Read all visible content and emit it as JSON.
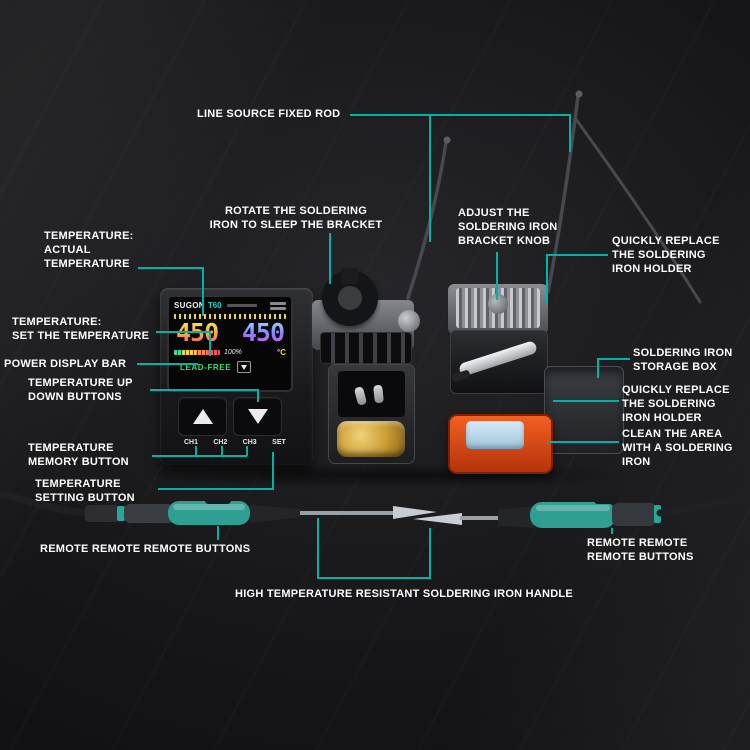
{
  "colors": {
    "accent_teal": "#00b3a8",
    "label_text": "#ffffff",
    "clean_pad_orange": "#d8450f",
    "grip_teal": "#2f9e93",
    "brass_gold": "#c9972f",
    "lead_free_green": "#35e06a"
  },
  "labels": [
    {
      "id": "line-source-fixed-rod",
      "text": "LINE SOURCE FIXED ROD"
    },
    {
      "id": "rotate-bracket",
      "text": "ROTATE THE SOLDERING\nIRON TO SLEEP THE BRACKET"
    },
    {
      "id": "adjust-knob",
      "text": "ADJUST THE\nSOLDERING IRON\nBRACKET KNOB"
    },
    {
      "id": "quick-replace-top",
      "text": "QUICKLY REPLACE\nTHE SOLDERING\nIRON HOLDER"
    },
    {
      "id": "temp-actual",
      "text": "TEMPERATURE:\nACTUAL\nTEMPERATURE"
    },
    {
      "id": "temp-set",
      "text": "TEMPERATURE:\nSET THE TEMPERATURE"
    },
    {
      "id": "power-display-bar",
      "text": "POWER DISPLAY BAR"
    },
    {
      "id": "temp-up-down",
      "text": "TEMPERATURE UP\nDOWN BUTTONS"
    },
    {
      "id": "storage-box",
      "text": "SOLDERING IRON\nSTORAGE BOX"
    },
    {
      "id": "quick-replace-right",
      "text": "QUICKLY REPLACE\nTHE SOLDERING\nIRON HOLDER"
    },
    {
      "id": "clean-area",
      "text": "CLEAN THE AREA\nWITH A SOLDERING\nIRON"
    },
    {
      "id": "temp-memory",
      "text": "TEMPERATURE\nMEMORY BUTTON"
    },
    {
      "id": "temp-setting",
      "text": "TEMPERATURE\nSETTING BUTTON"
    },
    {
      "id": "remote-left",
      "text": "REMOTE REMOTE REMOTE BUTTONS"
    },
    {
      "id": "remote-right",
      "text": "REMOTE REMOTE\nREMOTE BUTTONS"
    },
    {
      "id": "iron-handle",
      "text": "HIGH TEMPERATURE RESISTANT SOLDERING IRON HANDLE"
    }
  ],
  "device": {
    "brand": "SUGON",
    "model": "T60",
    "display": {
      "temp_left": "450",
      "temp_right": "450",
      "power_percent": "100%",
      "unit": "°C",
      "lead_free": "LEAD-FREE"
    },
    "buttons": [
      "CH1",
      "CH2",
      "CH3",
      "SET"
    ]
  }
}
